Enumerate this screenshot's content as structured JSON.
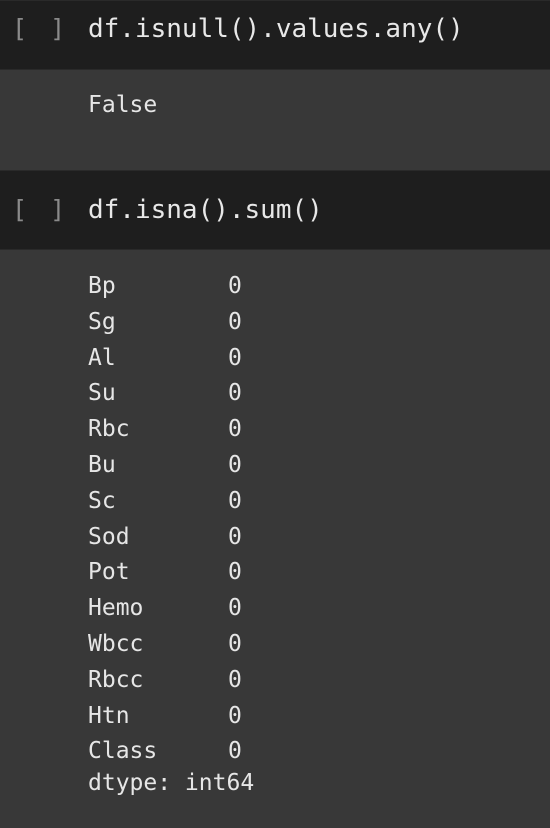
{
  "cells": [
    {
      "run_indicator": "[ ]",
      "code": "df.isnull().values.any()",
      "output": "False"
    },
    {
      "run_indicator": "[ ]",
      "code": "df.isna().sum()",
      "series": [
        {
          "key": "Bp",
          "value": "0"
        },
        {
          "key": "Sg",
          "value": "0"
        },
        {
          "key": "Al",
          "value": "0"
        },
        {
          "key": "Su",
          "value": "0"
        },
        {
          "key": "Rbc",
          "value": "0"
        },
        {
          "key": "Bu",
          "value": "0"
        },
        {
          "key": "Sc",
          "value": "0"
        },
        {
          "key": "Sod",
          "value": "0"
        },
        {
          "key": "Pot",
          "value": "0"
        },
        {
          "key": "Hemo",
          "value": "0"
        },
        {
          "key": "Wbcc",
          "value": "0"
        },
        {
          "key": "Rbcc",
          "value": "0"
        },
        {
          "key": "Htn",
          "value": "0"
        },
        {
          "key": "Class",
          "value": "0"
        }
      ],
      "dtype_line": "dtype: int64"
    }
  ]
}
